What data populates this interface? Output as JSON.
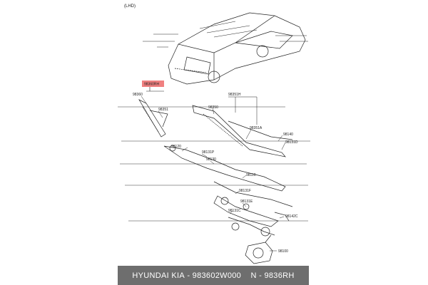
{
  "diagram": {
    "side_label": "(LHD)",
    "highlight_label": "98360RH",
    "labels": {
      "p98360": "98360",
      "p98351": "98351",
      "p98351h": "98351H",
      "p98350": "98350",
      "p98351a": "98351A",
      "p98140": "98140",
      "p98131d": "98131D",
      "p98120": "98120",
      "p98131p": "98131P",
      "p98130": "98130",
      "p98110": "98110",
      "p98131f": "98131F",
      "p98131e": "98131E",
      "p98131c": "98131C",
      "p98142c": "98142C",
      "p98100": "98100"
    }
  },
  "footer": {
    "brand": "HYUNDAI KIA",
    "part_number": "983602W000",
    "code": "N - 9836RH"
  },
  "colors": {
    "highlight": "#f08080",
    "footer_bg": "#6e6e6e",
    "line": "#222222"
  }
}
